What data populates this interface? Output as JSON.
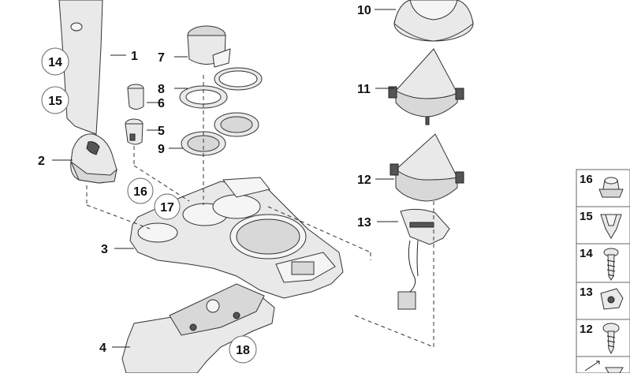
{
  "callouts": {
    "c1": "1",
    "c2": "2",
    "c3": "3",
    "c4": "4",
    "c5": "5",
    "c6": "6",
    "c7": "7",
    "c8": "8",
    "c9": "9",
    "c10": "10",
    "c11": "11",
    "c12": "12",
    "c13": "13",
    "c14": "14",
    "c15": "15",
    "c16": "16",
    "c17": "17",
    "c18": "18"
  },
  "legend": {
    "l16": "16",
    "l15": "15",
    "l14": "14",
    "l13": "13",
    "l12": "12"
  }
}
